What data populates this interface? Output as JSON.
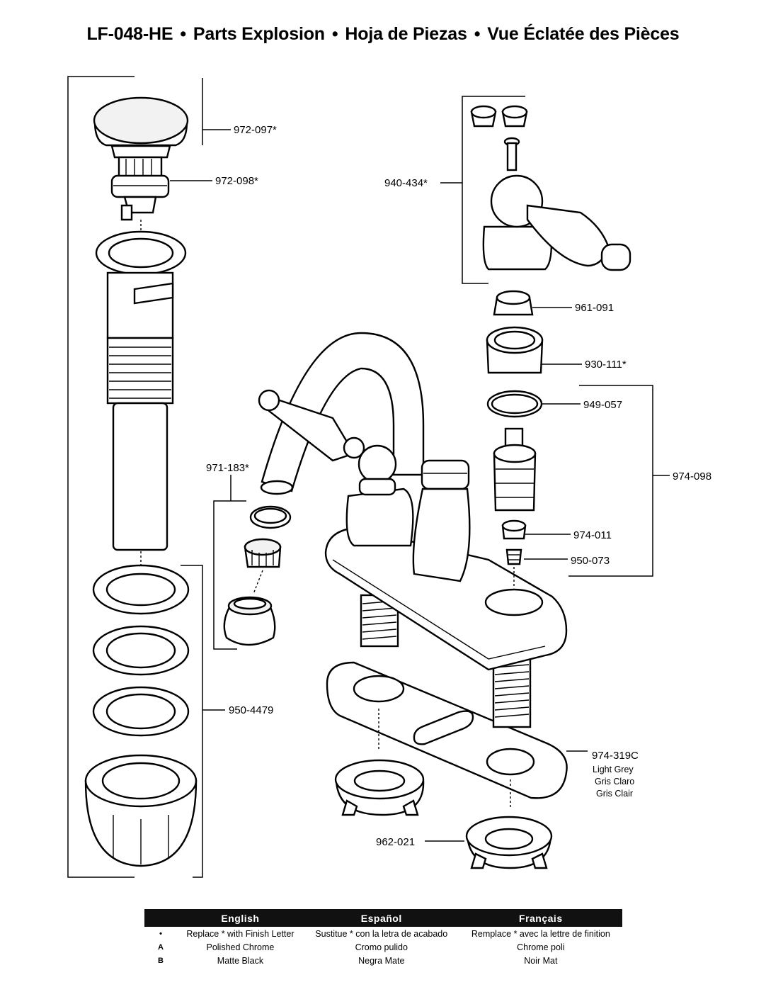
{
  "title": {
    "model": "LF-048-HE",
    "en": "Parts Explosion",
    "es": "Hoja de Piezas",
    "fr": "Vue Éclatée des Pièces",
    "separator": "•"
  },
  "parts": {
    "p972_097": "972-097*",
    "p972_098": "972-098*",
    "p940_434": "940-434*",
    "p961_091": "961-091",
    "p930_111": "930-111*",
    "p949_057": "949-057",
    "p974_098": "974-098",
    "p971_183": "971-183*",
    "p974_011": "974-011",
    "p950_073": "950-073",
    "p950_4479": "950-4479",
    "p974_319C": "974-319C",
    "p974_319C_en": "Light Grey",
    "p974_319C_es": "Gris Claro",
    "p974_319C_fr": "Gris Clair",
    "p962_021": "962-021"
  },
  "legend": {
    "headers": [
      "English",
      "Español",
      "Français"
    ],
    "rows": [
      {
        "key": "•",
        "en": "Replace * with Finish Letter",
        "es": "Sustitue * con la letra de acabado",
        "fr": "Remplace * avec la lettre de finition"
      },
      {
        "key": "A",
        "en": "Polished Chrome",
        "es": "Cromo pulido",
        "fr": "Chrome poli"
      },
      {
        "key": "B",
        "en": "Matte Black",
        "es": "Negra Mate",
        "fr": "Noir Mat"
      }
    ]
  }
}
